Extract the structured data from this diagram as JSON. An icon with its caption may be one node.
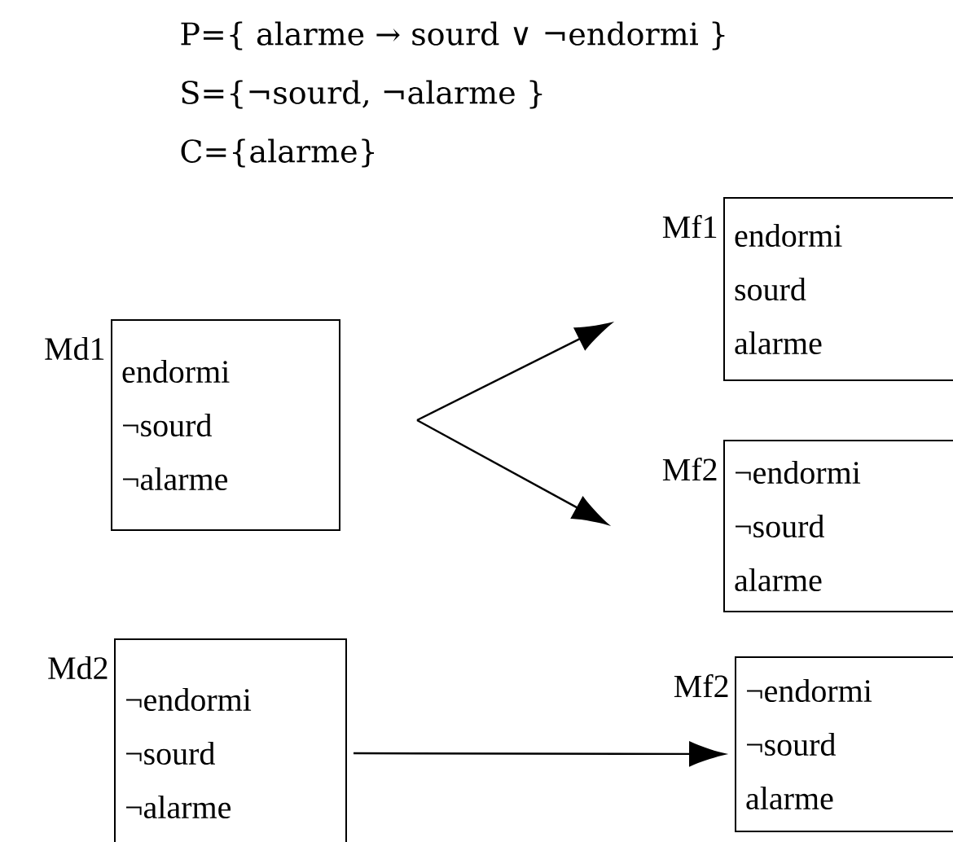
{
  "diagram": {
    "nodes": [
      {
        "text": [
          "Md1",
          "endormi",
          "¬sourd",
          "¬alarme"
        ]
      },
      {
        "text": [
          "Mf1",
          "endormi",
          "sourd",
          "alarme"
        ]
      },
      {
        "text": [
          "Mf2",
          "¬endormi",
          "¬sourd",
          "alarme"
        ]
      },
      {
        "text": [
          "Md2",
          "¬endormi",
          "¬sourd",
          "¬alarme"
        ]
      },
      {
        "text": [
          "Mf2",
          "¬endormi",
          "¬sourd",
          "alarme"
        ]
      }
    ],
    "edges": [
      {
        "from": 0,
        "to": 1,
        "arrow": "to"
      },
      {
        "from": 0,
        "to": 2,
        "arrow": "to"
      },
      {
        "from": 3,
        "to": 4,
        "arrow": "to"
      }
    ],
    "labels": [
      "P={  alarme → sourd ∨ ¬endormi }",
      "S={¬sourd, ¬alarme }",
      "C={alarme}"
    ]
  }
}
